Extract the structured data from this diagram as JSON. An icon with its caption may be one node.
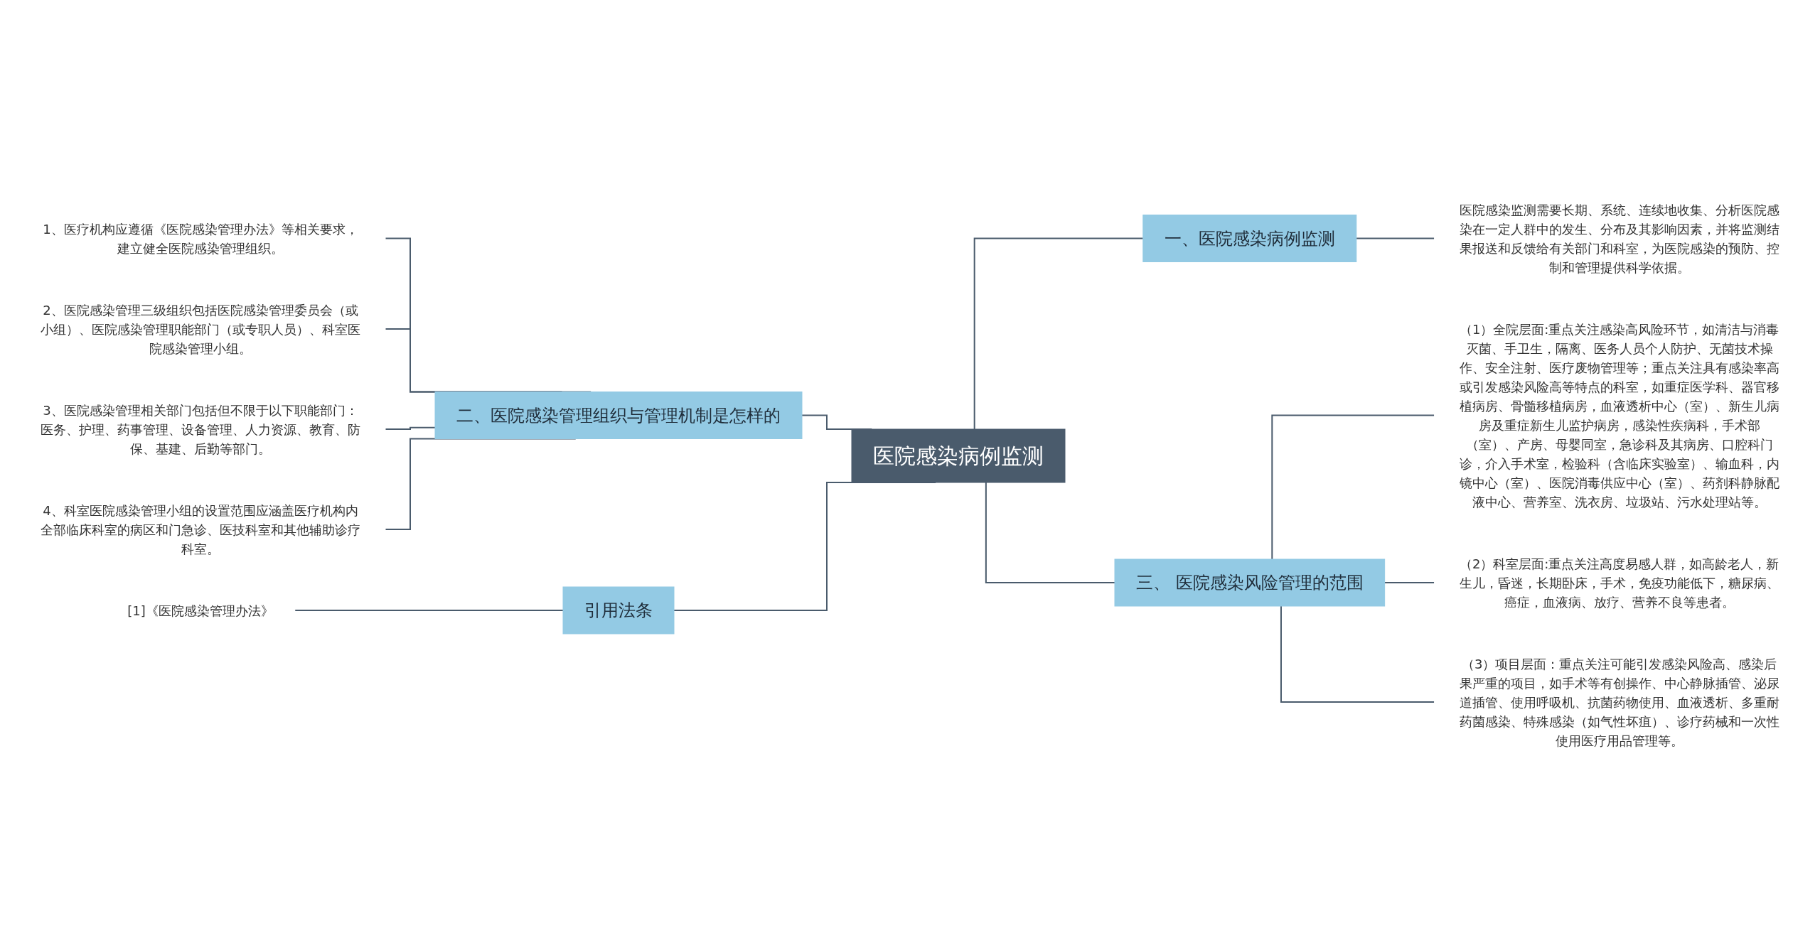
{
  "diagram": {
    "nodes": [
      {
        "text": [
          "医院感染病例监测"
        ]
      },
      {
        "text": [
          "一、医院感染病例监测"
        ]
      },
      {
        "text": [
          "医院感染监测需要长期、系统、连续地收集、分析医院感染在一定人群中的发生、分布及其影响因素，并将监测结果报送和反馈给有关部门和科室，为医院感染的预防、控制和管理提供科学依据。"
        ]
      },
      {
        "text": [
          "三、 医院感染风险管理的范围"
        ]
      },
      {
        "text": [
          "（1）全院层面:重点关注感染高风险环节，如清洁与消毒灭菌、手卫生，隔离、医务人员个人防护、无菌技术操作、安全注射、医疗废物管理等；重点关注具有感染率高或引发感染风险高等特点的科室，如重症医学科、器官移植病房、骨髓移植病房，血液透析中心（室）、新生儿病房及重症新生儿监护病房，感染性疾病科，手术部（室）、产房、母婴同室，急诊科及其病房、口腔科门诊，介入手术室，检验科（含临床实验室）、输血科，内镜中心（室）、医院消毒供应中心（室）、药剂科静脉配液中心、营养室、洗衣房、垃圾站、污水处理站等。"
        ]
      },
      {
        "text": [
          "（2）科室层面:重点关注高度易感人群，如高龄老人，新生儿，昏迷，长期卧床，手术，免疫功能低下，糖尿病、癌症，血液病、放疗、营养不良等患者。"
        ]
      },
      {
        "text": [
          "（3）项目层面：重点关注可能引发感染风险高、感染后果严重的项目，如手术等有创操作、中心静脉插管、泌尿道插管、使用呼吸机、抗菌药物使用、血液透析、多重耐药菌感染、特殊感染（如气性坏疽）、诊疗药械和一次性使用医疗用品管理等。"
        ]
      },
      {
        "text": [
          "二、医院感染管理组织与管理机制是怎样的"
        ]
      },
      {
        "text": [
          "1、医疗机构应遵循《医院感染管理办法》等相关要求，建立健全医院感染管理组织。"
        ]
      },
      {
        "text": [
          "2、医院感染管理三级组织包括医院感染管理委员会（或小组）、医院感染管理职能部门（或专职人员）、科室医院感染管理小组。"
        ]
      },
      {
        "text": [
          "3、医院感染管理相关部门包括但不限于以下职能部门：医务、护理、药事管理、设备管理、人力资源、教育、防保、基建、后勤等部门。"
        ]
      },
      {
        "text": [
          "4、科室医院感染管理小组的设置范围应涵盖医疗机构内全部临床科室的病区和门急诊、医技科室和其他辅助诊疗科室。"
        ]
      },
      {
        "text": [
          "引用法条"
        ]
      },
      {
        "text": [
          "[1]《医院感染管理办法》"
        ]
      }
    ],
    "edges": [
      {
        "from": 0,
        "to": 1,
        "arrow": "none"
      },
      {
        "from": 1,
        "to": 2,
        "arrow": "none"
      },
      {
        "from": 0,
        "to": 3,
        "arrow": "none"
      },
      {
        "from": 3,
        "to": 4,
        "arrow": "none"
      },
      {
        "from": 3,
        "to": 5,
        "arrow": "none"
      },
      {
        "from": 3,
        "to": 6,
        "arrow": "none"
      },
      {
        "from": 7,
        "to": 0,
        "arrow": "none"
      },
      {
        "from": 8,
        "to": 7,
        "arrow": "none"
      },
      {
        "from": 9,
        "to": 7,
        "arrow": "none"
      },
      {
        "from": 10,
        "to": 7,
        "arrow": "none"
      },
      {
        "from": 11,
        "to": 7,
        "arrow": "none"
      },
      {
        "from": 12,
        "to": 0,
        "arrow": "none"
      },
      {
        "from": 13,
        "to": 12,
        "arrow": "none"
      }
    ]
  }
}
